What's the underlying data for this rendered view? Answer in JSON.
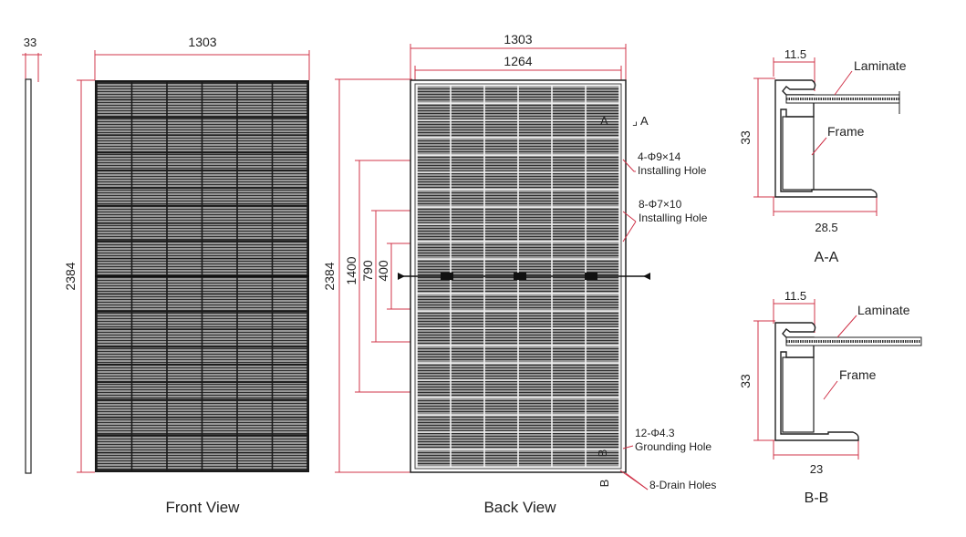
{
  "side_view": {
    "thickness": "33"
  },
  "front_view": {
    "title": "Front View",
    "width": "1303",
    "height": "2384"
  },
  "back_view": {
    "title": "Back View",
    "width_outer": "1303",
    "width_inner": "1264",
    "height": "2384",
    "spacing_1400": "1400",
    "spacing_790": "790",
    "spacing_400": "400",
    "section_a_marker": "A",
    "section_a_marker_right": "A",
    "section_b_marker": "B",
    "section_b_marker_left": "B",
    "callouts": {
      "installing_hole_1_spec": "4-Φ9×14",
      "installing_hole_1_label": "Installing Hole",
      "installing_hole_2_spec": "8-Φ7×10",
      "installing_hole_2_label": "Installing Hole",
      "grounding_spec": "12-Φ4.3",
      "grounding_label": "Grounding Hole",
      "drain_label": "8-Drain Holes"
    }
  },
  "section_aa": {
    "title": "A-A",
    "top_width": "11.5",
    "height": "33",
    "bottom_width": "28.5",
    "laminate_label": "Laminate",
    "frame_label": "Frame"
  },
  "section_bb": {
    "title": "B-B",
    "top_width": "11.5",
    "height": "33",
    "bottom_width": "23",
    "laminate_label": "Laminate",
    "frame_label": "Frame"
  },
  "colors": {
    "dimension": "#d0344a",
    "ink": "#222222",
    "cell": "#3a3a3a"
  }
}
